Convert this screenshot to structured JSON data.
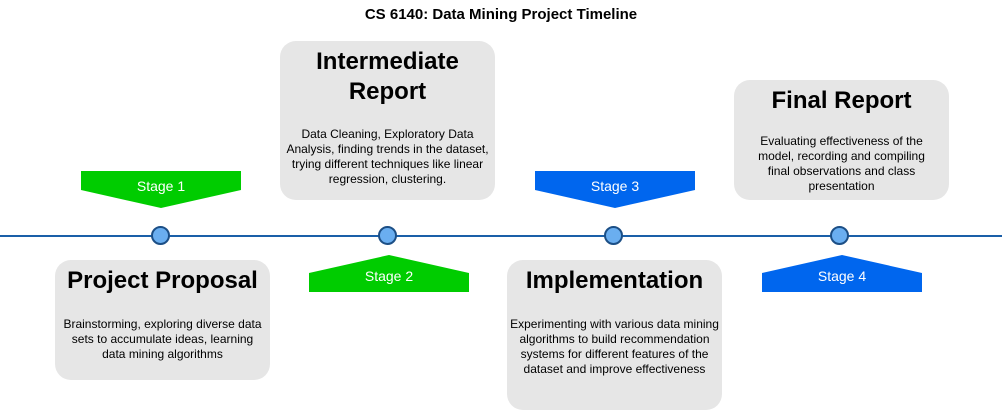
{
  "title": "CS 6140: Data Mining Project Timeline",
  "colors": {
    "green": "#00cc00",
    "blue": "#0066ee",
    "line": "#1a5fa8",
    "node_fill": "#6aaef0",
    "node_stroke": "#1c4f86",
    "card_bg": "#e6e6e6"
  },
  "stages": [
    {
      "label": "Stage 1",
      "color": "green",
      "title": "Project Proposal",
      "description": "Brainstorming, exploring diverse data sets to accumulate ideas, learning data mining algorithms"
    },
    {
      "label": "Stage 2",
      "color": "green",
      "title": "Intermediate Report",
      "description": "Data Cleaning, Exploratory Data Analysis, finding trends in the dataset, trying different techniques like linear regression, clustering."
    },
    {
      "label": "Stage 3",
      "color": "blue",
      "title": "Implementation",
      "description": "Experimenting with various data mining algorithms to build recommendation systems for different features of the dataset and improve effectiveness"
    },
    {
      "label": "Stage 4",
      "color": "blue",
      "title": "Final Report",
      "description": "Evaluating effectiveness of the model, recording and compiling final observations and class presentation"
    }
  ]
}
